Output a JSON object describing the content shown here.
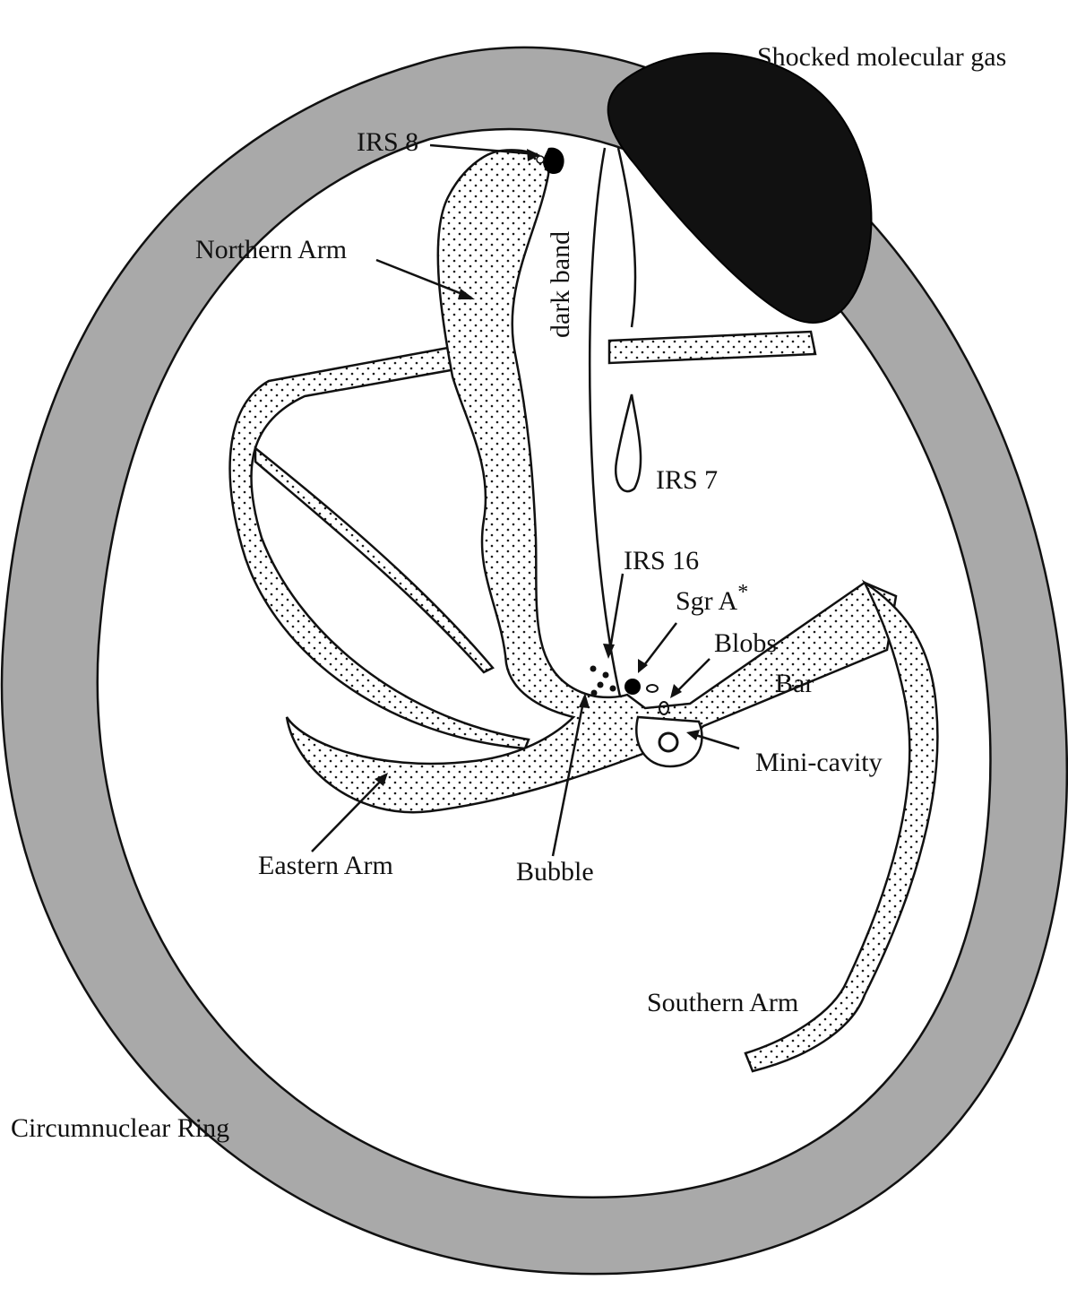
{
  "labels": {
    "shocked_gas": "Shocked molecular gas",
    "irs8": "IRS 8",
    "northern_arm": "Northern Arm",
    "dark_band": "dark band",
    "irs7": "IRS 7",
    "irs16": "IRS 16",
    "sgr_a_base": "Sgr A",
    "sgr_a_star": "*",
    "blobs": "Blobs",
    "bar": "Bar",
    "mini_cavity": "Mini-cavity",
    "eastern_arm": "Eastern Arm",
    "bubble": "Bubble",
    "southern_arm": "Southern Arm",
    "circumnuclear_ring": "Circumnuclear Ring"
  },
  "colors": {
    "ring_fill": "#a9a9a9",
    "shocked_gas_fill": "#111111",
    "stipple_dot": "#1a1a1a",
    "outline": "#111111"
  }
}
